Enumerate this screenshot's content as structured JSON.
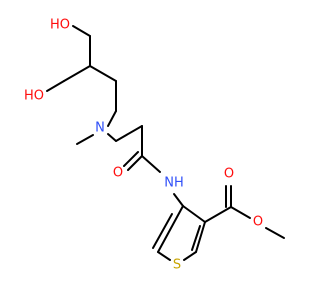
{
  "molecule": {
    "atoms": {
      "ho_top": "HO",
      "ho_left": "HO",
      "n_amine": "N",
      "o_amide": "O",
      "nh_amide": "NH",
      "o_ester_carbonyl": "O",
      "o_ester_ether": "O",
      "s_thiophene": "S"
    },
    "colors": {
      "oxygen": "#ff0d0d",
      "nitrogen": "#3050f8",
      "sulfur": "#c8a400",
      "bond": "#000000"
    }
  }
}
